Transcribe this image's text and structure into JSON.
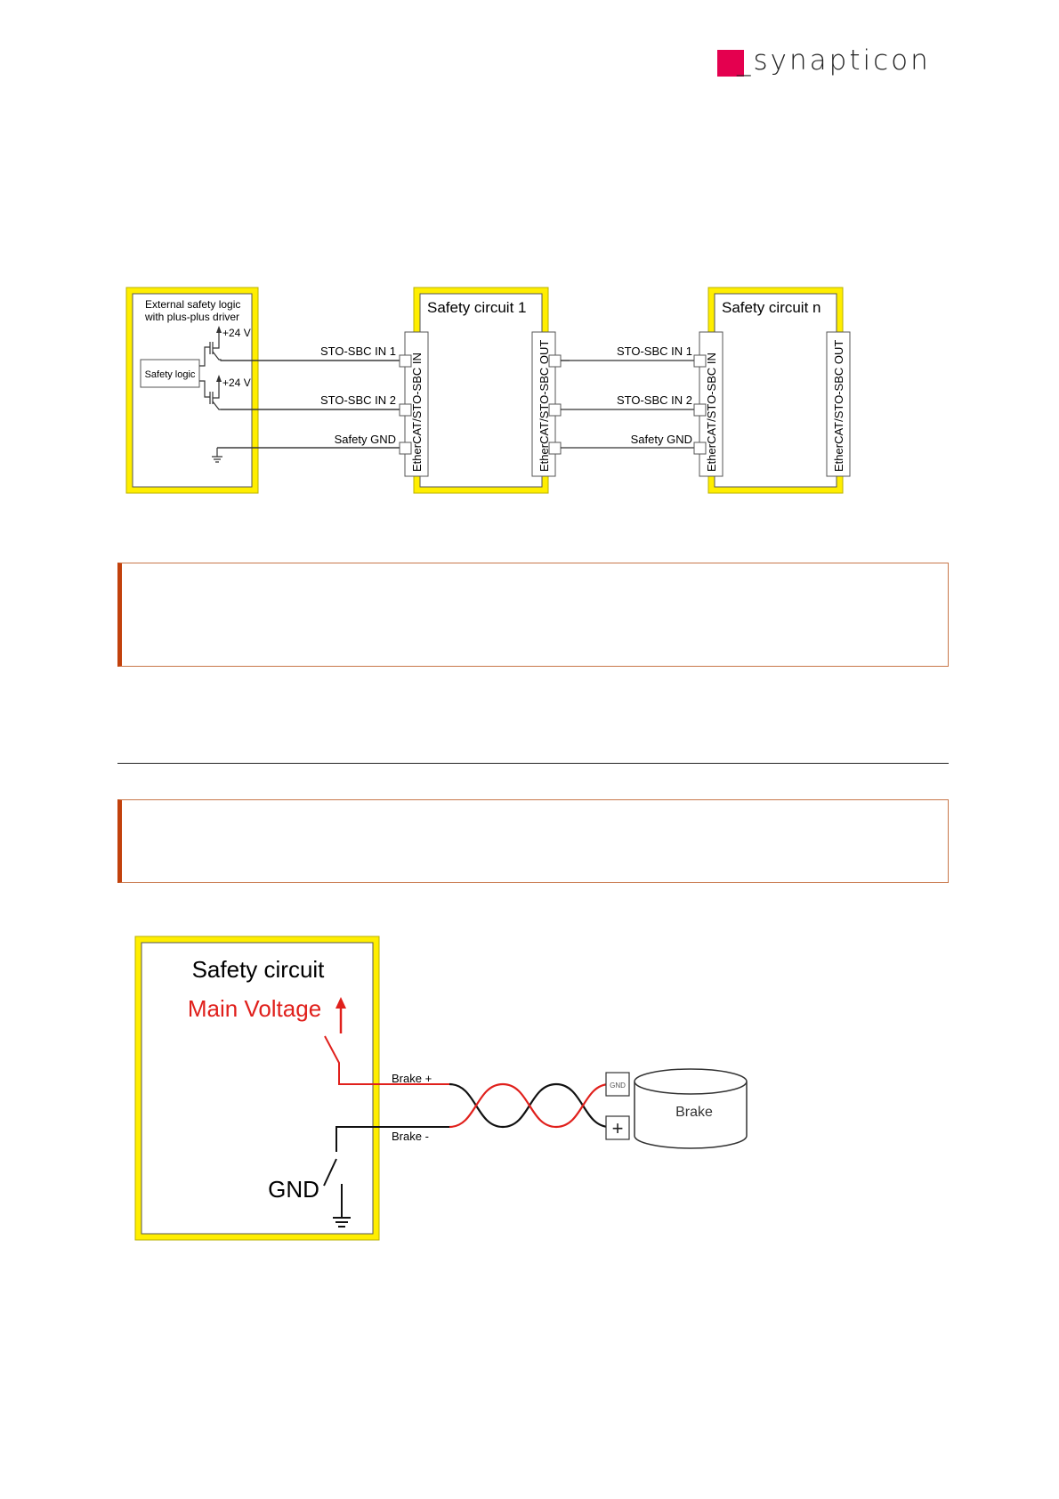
{
  "logo": {
    "text": "_synapticon",
    "accent": "#e4004f"
  },
  "diagram1": {
    "external": {
      "title_line1": "External safety logic",
      "title_line2": "with plus-plus driver",
      "safety_logic": "Safety logic",
      "v24a": "+24 V",
      "v24b": "+24 V"
    },
    "circuit1": {
      "title": "Safety circuit 1",
      "in_label": "EtherCAT/STO-SBC IN",
      "out_label": "EtherCAT/STO-SBC OUT"
    },
    "circuitn": {
      "title": "Safety circuit n",
      "in_label": "EtherCAT/STO-SBC IN",
      "out_label": "EtherCAT/STO-SBC OUT"
    },
    "signals_left": {
      "in1": "STO-SBC IN 1",
      "in2": "STO-SBC IN 2",
      "gnd": "Safety GND"
    },
    "signals_right": {
      "in1": "STO-SBC IN 1",
      "in2": "STO-SBC IN 2",
      "gnd": "Safety GND"
    }
  },
  "diagram2": {
    "title": "Safety circuit",
    "main_voltage": "Main Voltage",
    "gnd": "GND",
    "brake_plus": "Brake +",
    "brake_minus": "Brake -",
    "brake": "Brake",
    "gnd_terminal": "GND",
    "plus_terminal": "+"
  },
  "colors": {
    "yellow": "#ffee00",
    "red": "#e0201c",
    "accent_border": "#c2410c"
  }
}
